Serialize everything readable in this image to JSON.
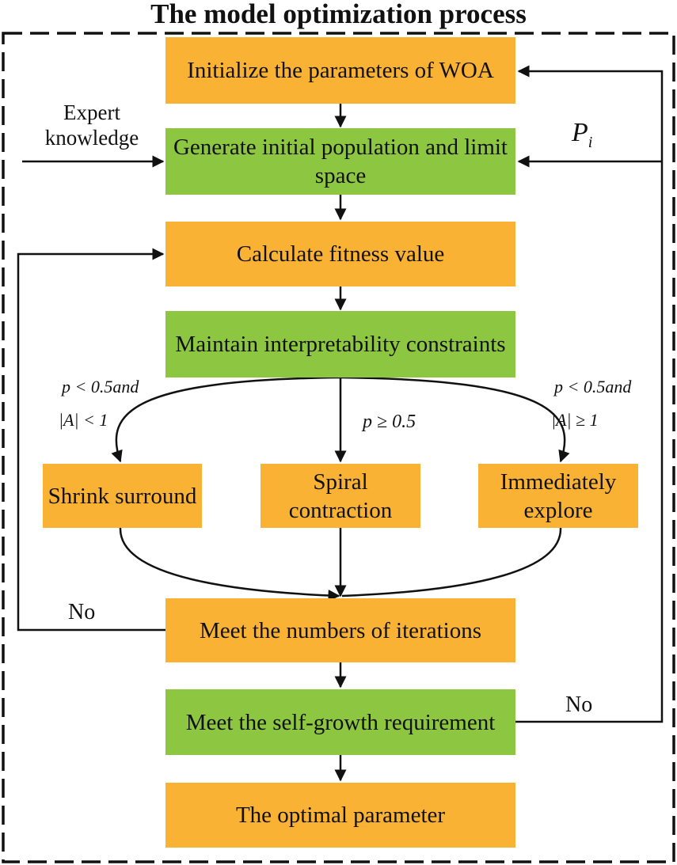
{
  "title": "The model optimization process",
  "colors": {
    "process": "#F9B233",
    "constraint": "#8DC641",
    "line": "#111111"
  },
  "nodes": {
    "init": "Initialize the parameters of WOA",
    "generate": "Generate initial population and limit space",
    "fitness": "Calculate fitness value",
    "interpret": "Maintain interpretability constraints",
    "shrink": "Shrink surround",
    "spiral": "Spiral contraction",
    "explore": "Immediately explore",
    "iterations": "Meet the numbers of iterations",
    "selfgrowth": "Meet the self-growth requirement",
    "optimal": "The optimal parameter"
  },
  "labels": {
    "expert": "Expert knowledge",
    "pi_main": "P",
    "pi_sub": "i",
    "no_left": "No",
    "no_right": "No",
    "cond_left_1": "p < 0.5and",
    "cond_left_2": "|A| < 1",
    "cond_mid": "p ≥ 0.5",
    "cond_right_1": "p < 0.5and",
    "cond_right_2": "|A| ≥ 1"
  }
}
